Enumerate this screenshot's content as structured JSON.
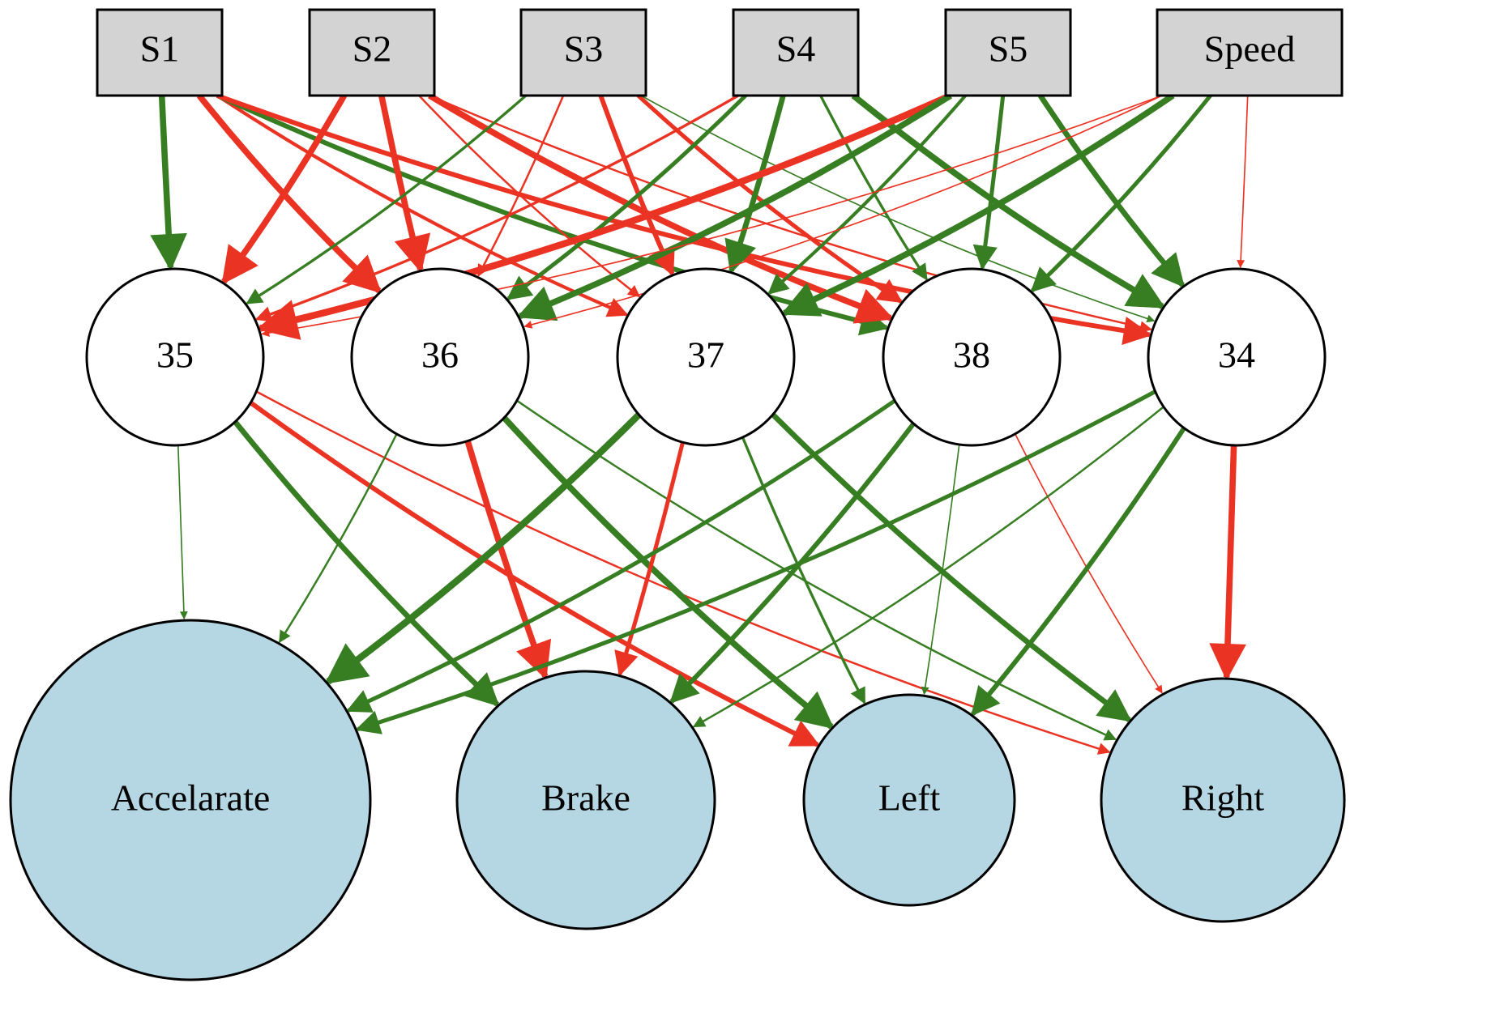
{
  "colors": {
    "positive_edge": "#377e22",
    "negative_edge": "#ea3323",
    "input_fill": "#d3d3d3",
    "hidden_fill": "#ffffff",
    "output_fill": "#b5d7e3",
    "stroke": "#000000"
  },
  "nodes": {
    "input": [
      {
        "id": "S1",
        "label": "S1"
      },
      {
        "id": "S2",
        "label": "S2"
      },
      {
        "id": "S3",
        "label": "S3"
      },
      {
        "id": "S4",
        "label": "S4"
      },
      {
        "id": "S5",
        "label": "S5"
      },
      {
        "id": "Speed",
        "label": "Speed"
      }
    ],
    "hidden": [
      {
        "id": "35",
        "label": "35"
      },
      {
        "id": "36",
        "label": "36"
      },
      {
        "id": "37",
        "label": "37"
      },
      {
        "id": "38",
        "label": "38"
      },
      {
        "id": "34",
        "label": "34"
      }
    ],
    "output": [
      {
        "id": "Accelarate",
        "label": "Accelarate"
      },
      {
        "id": "Brake",
        "label": "Brake"
      },
      {
        "id": "Left",
        "label": "Left"
      },
      {
        "id": "Right",
        "label": "Right"
      }
    ]
  },
  "edges": [
    {
      "from": "S1",
      "to": "35",
      "sign": "positive",
      "weight": 8
    },
    {
      "from": "S1",
      "to": "36",
      "sign": "negative",
      "weight": 8
    },
    {
      "from": "S1",
      "to": "37",
      "sign": "negative",
      "weight": 4
    },
    {
      "from": "S1",
      "to": "38",
      "sign": "positive",
      "weight": 6
    },
    {
      "from": "S1",
      "to": "34",
      "sign": "negative",
      "weight": 6
    },
    {
      "from": "S2",
      "to": "35",
      "sign": "negative",
      "weight": 8
    },
    {
      "from": "S2",
      "to": "36",
      "sign": "negative",
      "weight": 8
    },
    {
      "from": "S2",
      "to": "37",
      "sign": "negative",
      "weight": 2
    },
    {
      "from": "S2",
      "to": "38",
      "sign": "negative",
      "weight": 8
    },
    {
      "from": "S2",
      "to": "34",
      "sign": "negative",
      "weight": 2
    },
    {
      "from": "S3",
      "to": "35",
      "sign": "positive",
      "weight": 3
    },
    {
      "from": "S3",
      "to": "36",
      "sign": "negative",
      "weight": 2
    },
    {
      "from": "S3",
      "to": "37",
      "sign": "negative",
      "weight": 6
    },
    {
      "from": "S3",
      "to": "38",
      "sign": "negative",
      "weight": 5
    },
    {
      "from": "S3",
      "to": "34",
      "sign": "positive",
      "weight": 1
    },
    {
      "from": "S4",
      "to": "35",
      "sign": "negative",
      "weight": 3
    },
    {
      "from": "S4",
      "to": "36",
      "sign": "positive",
      "weight": 5
    },
    {
      "from": "S4",
      "to": "37",
      "sign": "positive",
      "weight": 7
    },
    {
      "from": "S4",
      "to": "38",
      "sign": "positive",
      "weight": 3
    },
    {
      "from": "S4",
      "to": "34",
      "sign": "positive",
      "weight": 8
    },
    {
      "from": "S5",
      "to": "35",
      "sign": "negative",
      "weight": 9
    },
    {
      "from": "S5",
      "to": "36",
      "sign": "positive",
      "weight": 8
    },
    {
      "from": "S5",
      "to": "37",
      "sign": "positive",
      "weight": 4
    },
    {
      "from": "S5",
      "to": "38",
      "sign": "positive",
      "weight": 5
    },
    {
      "from": "S5",
      "to": "34",
      "sign": "positive",
      "weight": 7
    },
    {
      "from": "Speed",
      "to": "35",
      "sign": "negative",
      "weight": 1
    },
    {
      "from": "Speed",
      "to": "36",
      "sign": "negative",
      "weight": 1
    },
    {
      "from": "Speed",
      "to": "37",
      "sign": "positive",
      "weight": 8
    },
    {
      "from": "Speed",
      "to": "38",
      "sign": "positive",
      "weight": 5
    },
    {
      "from": "Speed",
      "to": "34",
      "sign": "negative",
      "weight": 1
    },
    {
      "from": "35",
      "to": "Accelarate",
      "sign": "positive",
      "weight": 1
    },
    {
      "from": "35",
      "to": "Brake",
      "sign": "positive",
      "weight": 7
    },
    {
      "from": "35",
      "to": "Left",
      "sign": "negative",
      "weight": 6
    },
    {
      "from": "35",
      "to": "Right",
      "sign": "negative",
      "weight": 2
    },
    {
      "from": "36",
      "to": "Accelarate",
      "sign": "positive",
      "weight": 2
    },
    {
      "from": "36",
      "to": "Brake",
      "sign": "negative",
      "weight": 8
    },
    {
      "from": "36",
      "to": "Left",
      "sign": "positive",
      "weight": 8
    },
    {
      "from": "36",
      "to": "Right",
      "sign": "positive",
      "weight": 2
    },
    {
      "from": "37",
      "to": "Accelarate",
      "sign": "positive",
      "weight": 9
    },
    {
      "from": "37",
      "to": "Brake",
      "sign": "negative",
      "weight": 5
    },
    {
      "from": "37",
      "to": "Left",
      "sign": "positive",
      "weight": 3
    },
    {
      "from": "37",
      "to": "Right",
      "sign": "positive",
      "weight": 7
    },
    {
      "from": "38",
      "to": "Accelarate",
      "sign": "positive",
      "weight": 5
    },
    {
      "from": "38",
      "to": "Brake",
      "sign": "positive",
      "weight": 6
    },
    {
      "from": "38",
      "to": "Left",
      "sign": "positive",
      "weight": 1
    },
    {
      "from": "38",
      "to": "Right",
      "sign": "negative",
      "weight": 1
    },
    {
      "from": "34",
      "to": "Accelarate",
      "sign": "positive",
      "weight": 5
    },
    {
      "from": "34",
      "to": "Brake",
      "sign": "positive",
      "weight": 2
    },
    {
      "from": "34",
      "to": "Left",
      "sign": "positive",
      "weight": 6
    },
    {
      "from": "34",
      "to": "Right",
      "sign": "negative",
      "weight": 8
    }
  ]
}
